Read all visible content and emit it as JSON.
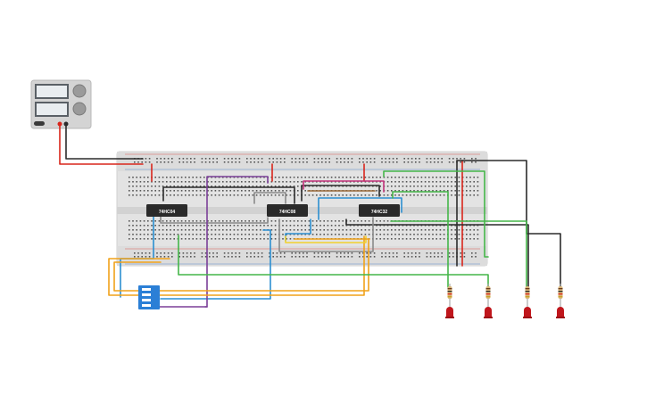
{
  "circuit": {
    "power_supply": {
      "display_top": "",
      "display_bottom": ""
    },
    "chips": [
      {
        "label": "74HC04"
      },
      {
        "label": "74HC08"
      },
      {
        "label": "74HC32"
      }
    ],
    "dip_switch": {
      "label": ""
    },
    "leds": [
      {
        "color": "#c0161c"
      },
      {
        "color": "#c0161c"
      },
      {
        "color": "#c0161c"
      },
      {
        "color": "#c0161c"
      }
    ],
    "wire_colors": {
      "black": "#2b2b2b",
      "red": "#d9261c",
      "purple": "#7b3f98",
      "blue": "#2c8fd1",
      "orange": "#f0a21a",
      "yellow": "#f2d22e",
      "green": "#45b649",
      "gray": "#8a8a8a",
      "magenta": "#c2327a",
      "brown": "#9a6a3a"
    },
    "board_color": "#e6e6e6"
  }
}
